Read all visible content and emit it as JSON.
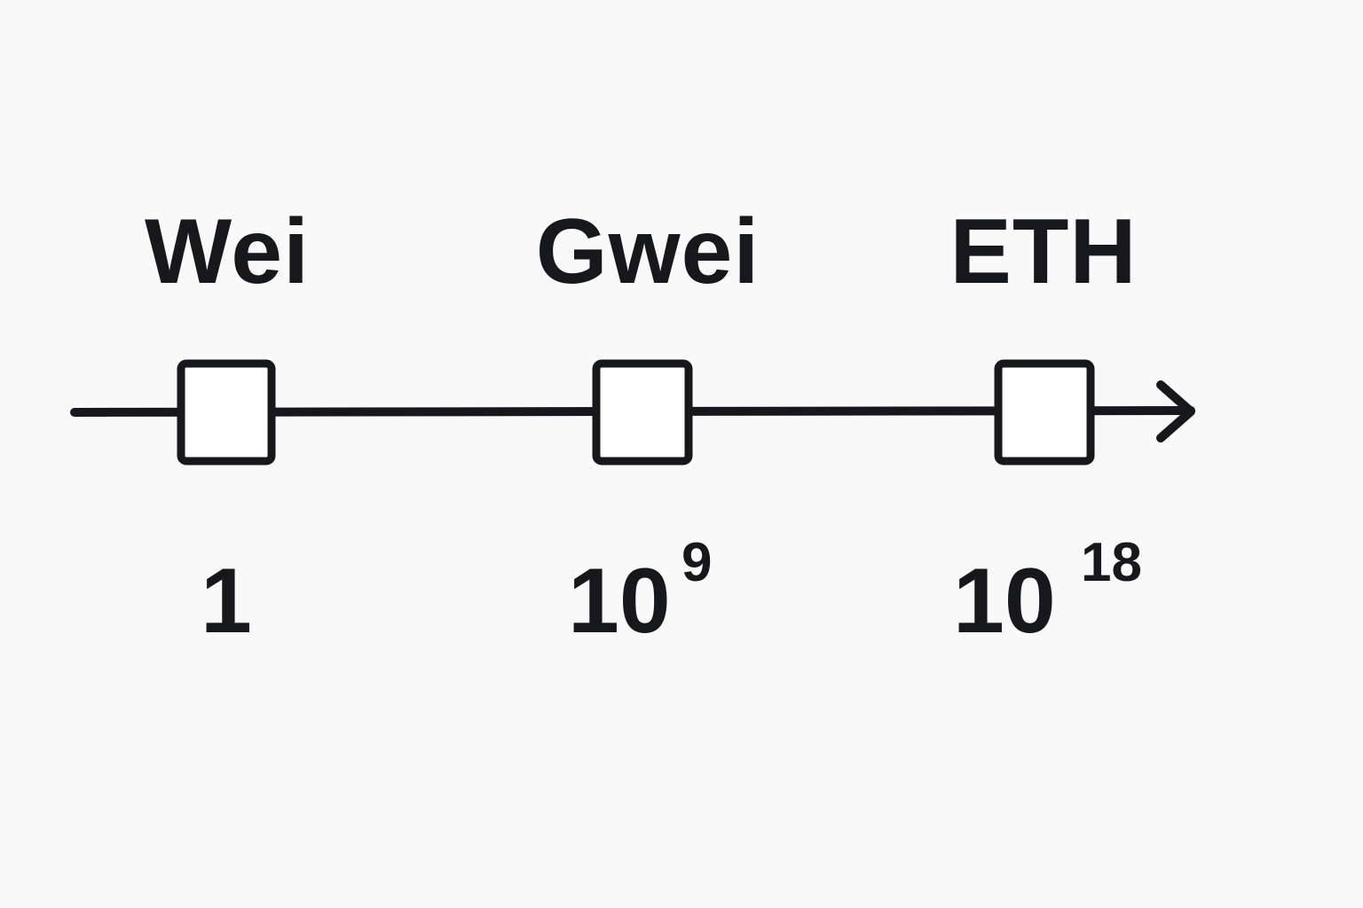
{
  "units": [
    {
      "name": "Wei",
      "value_base": "1",
      "value_exponent": ""
    },
    {
      "name": "Gwei",
      "value_base": "10",
      "value_exponent": "9"
    },
    {
      "name": "ETH",
      "value_base": "10",
      "value_exponent": "18"
    }
  ],
  "colors": {
    "background": "#f9f9f9",
    "ink": "#17181c",
    "box_fill": "#ffffff"
  }
}
